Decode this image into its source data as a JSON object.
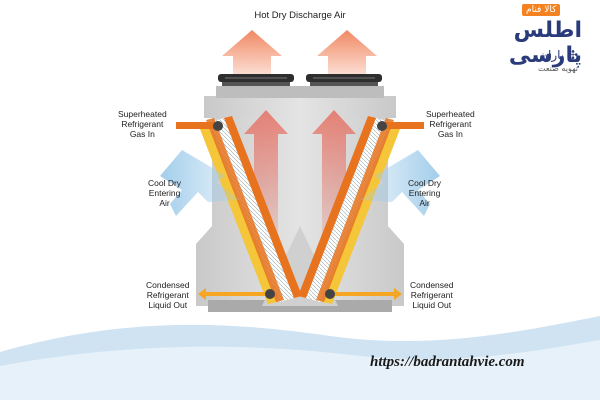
{
  "diagram": {
    "title": "Hot Dry Discharge Air",
    "labels": {
      "superheated_left": [
        "Superheated",
        "Refrigerant",
        "Gas In"
      ],
      "superheated_right": [
        "Superheated",
        "Refrigerant",
        "Gas In"
      ],
      "cool_left": [
        "Cool Dry",
        "Entering",
        "Air"
      ],
      "cool_right": [
        "Cool Dry",
        "Entering",
        "Air"
      ],
      "condensed_left": [
        "Condensed",
        "Refrigerant",
        "Liquid Out"
      ],
      "condensed_right": [
        "Condensed",
        "Refrigerant",
        "Liquid Out"
      ]
    },
    "colors": {
      "hot_arrow": "#f0825a",
      "cool_arrow": "#9ecbea",
      "coil_orange": "#e8731e",
      "coil_yellow": "#f5c53a",
      "casing": "#d9d9d9",
      "fan": "#333333",
      "wave": "#cfe3f2"
    }
  },
  "branding": {
    "tag": "کالا فنام",
    "name": "اطلس پارسی",
    "sub_name": "باران",
    "sub_tagline": "تهویه صنعت",
    "icon": "fan-icon"
  },
  "footer": {
    "url": "https://badrantahvie.com"
  }
}
